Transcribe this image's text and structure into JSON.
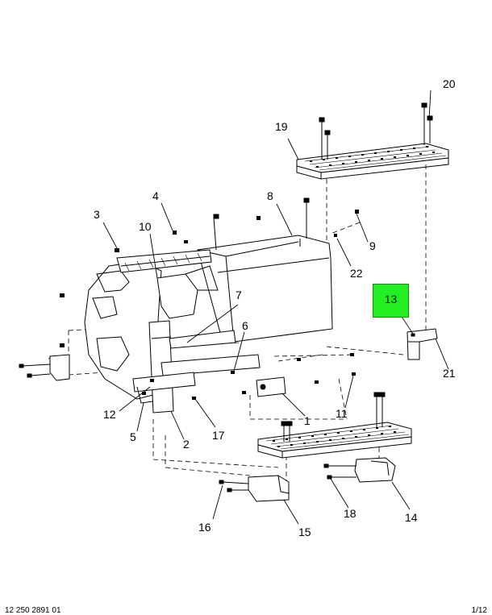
{
  "callouts": {
    "c1": "1",
    "c2": "2",
    "c3": "3",
    "c4": "4",
    "c5": "5",
    "c6": "6",
    "c7": "7",
    "c8": "8",
    "c9": "9",
    "c10": "10",
    "c11": "11",
    "c12": "12",
    "c13": "13",
    "c14": "14",
    "c15": "15",
    "c16": "16",
    "c17": "17",
    "c18": "18",
    "c19": "19",
    "c20": "20",
    "c21": "21",
    "c22": "22"
  },
  "highlight": {
    "label": "13",
    "color": "#22ee22"
  },
  "footer": {
    "left": "12 250 2891 01",
    "right": "1/12"
  }
}
